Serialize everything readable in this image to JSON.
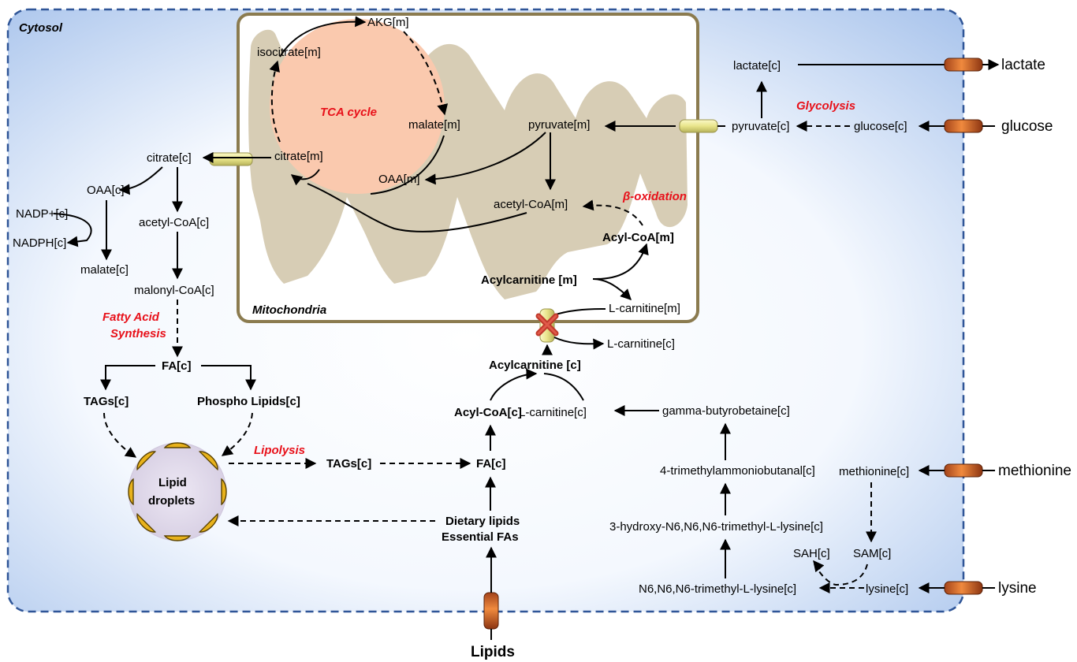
{
  "compartments": {
    "cytosol": "Cytosol",
    "mitochondria": "Mitochondria",
    "tca": "TCA cycle"
  },
  "processes": {
    "glycolysis": "Glycolysis",
    "beta_oxidation": "β-oxidation",
    "fatty_acid_synthesis_1": "Fatty Acid",
    "fatty_acid_synthesis_2": "Synthesis",
    "lipolysis": "Lipolysis"
  },
  "tca_metabolites": {
    "akg": "AKG[m]",
    "isocitrate": "isocitrate[m]",
    "malate": "malate[m]",
    "oaa": "OAA[m]",
    "citrate": "citrate[m]"
  },
  "mito_metabolites": {
    "pyruvate": "pyruvate[m]",
    "acetyl_coa": "acetyl-CoA[m]",
    "acyl_coa": "Acyl-CoA[m]",
    "acylcarnitine": "Acylcarnitine [m]",
    "l_carnitine": "L-carnitine[m]"
  },
  "cytosol_metabolites": {
    "citrate": "citrate[c]",
    "oaa": "OAA[c]",
    "nadp": "NADP+[c]",
    "nadph": "NADPH[c]",
    "acetyl_coa": "acetyl-CoA[c]",
    "malate": "malate[c]",
    "malonyl_coa": "malonyl-CoA[c]",
    "fa": "FA[c]",
    "tags_left": "TAGs[c]",
    "phospho_lipids": "Phospho Lipids[c]",
    "lipid_droplets_1": "Lipid",
    "lipid_droplets_2": "droplets",
    "tags_mid": "TAGs[c]",
    "fa_mid": "FA[c]",
    "acyl_coa": "Acyl-CoA[c]",
    "l_carnitine_a": "L-carnitine[c]",
    "acylcarnitine": "Acylcarnitine [c]",
    "l_carnitine_b": "L-carnitine[c]",
    "dietary_1": "Dietary lipids",
    "dietary_2": "Essential  FAs",
    "lactate": "lactate[c]",
    "pyruvate": "pyruvate[c]",
    "glucose": "glucose[c]",
    "gbb": "gamma-butyrobetaine[c]",
    "tmab": "4-trimethylammoniobutanal[c]",
    "hydroxy_tml": "3-hydroxy-N6,N6,N6-trimethyl-L-lysine[c]",
    "tml": "N6,N6,N6-trimethyl-L-lysine[c]",
    "methionine": "methionine[c]",
    "sam": "SAM[c]",
    "sah": "SAH[c]",
    "lysine": "lysine[c]"
  },
  "external": {
    "lactate": "lactate",
    "glucose": "glucose",
    "methionine": "methionine",
    "lysine": "lysine",
    "lipids": "Lipids"
  },
  "colors": {
    "cytosol_fill_edge": "#a9c4ec",
    "cytosol_border": "#2f5597",
    "mito_border": "#8b7b4f",
    "mito_fill": "#d7cdb5",
    "tca_fill": "#fac9ae",
    "highlight_red": "#e8111a",
    "transporter_orange": "#d8642a",
    "transporter_yellow": "#f2f0a0",
    "droplet_yellow": "#e8b21c"
  },
  "icons": {
    "transporter": "cylinder-transporter-icon",
    "blocked": "red-x-block-icon",
    "droplet": "lipid-droplet-icon"
  }
}
